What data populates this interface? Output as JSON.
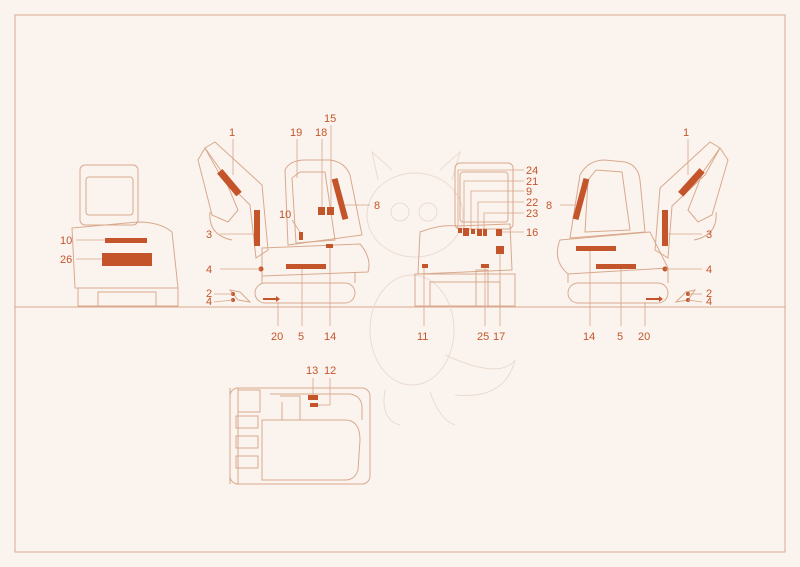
{
  "colors": {
    "background": "#fbf4ee",
    "outline": "#d8a98d",
    "decal": "#c4552b",
    "label_text": "#c4552b"
  },
  "labels": {
    "rear": {
      "l10": "10",
      "l26": "26"
    },
    "left_side": {
      "l1": "1",
      "l19": "19",
      "l18": "18",
      "l15": "15",
      "l8": "8",
      "l10": "10",
      "l3": "3",
      "l4a": "4",
      "l2": "2",
      "l4b": "4",
      "l20": "20",
      "l5": "5",
      "l14": "14"
    },
    "front": {
      "l24": "24",
      "l21": "21",
      "l9": "9",
      "l22": "22",
      "l23": "23",
      "l16": "16",
      "l11": "11",
      "l25": "25",
      "l17": "17"
    },
    "right_side": {
      "l1": "1",
      "l8": "8",
      "l3": "3",
      "l4a": "4",
      "l2": "2",
      "l4b": "4",
      "l14": "14",
      "l5": "5",
      "l20": "20"
    },
    "top": {
      "l13": "13",
      "l12": "12"
    }
  }
}
